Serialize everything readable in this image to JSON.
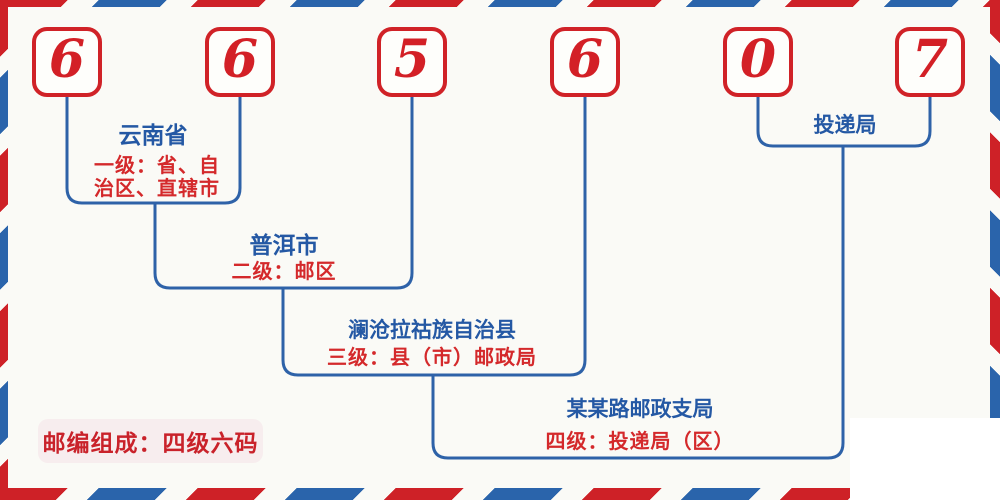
{
  "postal_code": {
    "value": "665607",
    "digits": [
      "6",
      "6",
      "5",
      "6",
      "0",
      "7"
    ]
  },
  "levels": [
    {
      "name": "云南省",
      "desc_line1": "一级：省、自",
      "desc_line2": "治区、直辖市"
    },
    {
      "name": "普洱市",
      "desc": "二级：邮区"
    },
    {
      "name": "澜沧拉祜族自治县",
      "desc": "三级：县（市）邮政局"
    },
    {
      "name": "某某路邮政支局",
      "desc": "四级：投递局（区）"
    },
    {
      "name": "投递局"
    }
  ],
  "badge": {
    "label": "邮编组成：四级六码"
  },
  "colors": {
    "stripe_red": "#ce2127",
    "stripe_blue": "#2a64ab",
    "digit_red": "#d32026",
    "text_blue": "#2458a4",
    "text_red": "#d4292b",
    "connector_blue": "#2e62a8",
    "background": "#fafaf6",
    "badge_background": "#f7edee"
  }
}
